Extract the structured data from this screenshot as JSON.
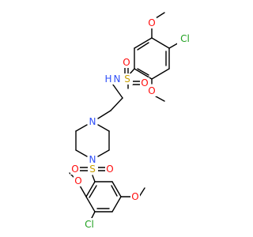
{
  "colors": {
    "bond": "#000000",
    "O": "#ff0d0d",
    "N": "#3050f8",
    "S": "#c8a000",
    "Cl": "#1fa01f"
  },
  "atoms": [
    {
      "id": "cl1",
      "element": "Cl",
      "label": "Cl"
    },
    {
      "id": "o1",
      "element": "O",
      "label": "O"
    },
    {
      "id": "o2",
      "element": "O",
      "label": "O"
    },
    {
      "id": "o3",
      "element": "O",
      "label": "O"
    },
    {
      "id": "o4",
      "element": "O",
      "label": "O"
    },
    {
      "id": "s1",
      "element": "S",
      "label": "S"
    },
    {
      "id": "n1",
      "element": "N",
      "label": "N"
    },
    {
      "id": "h1",
      "element": "N",
      "label": "H"
    },
    {
      "id": "n2",
      "element": "N",
      "label": "N"
    },
    {
      "id": "n3",
      "element": "N",
      "label": "N"
    },
    {
      "id": "s2",
      "element": "S",
      "label": "S"
    },
    {
      "id": "o5",
      "element": "O",
      "label": "O"
    },
    {
      "id": "o6",
      "element": "O",
      "label": "O"
    },
    {
      "id": "o7",
      "element": "O",
      "label": "O"
    },
    {
      "id": "o8",
      "element": "O",
      "label": "O"
    },
    {
      "id": "cl2",
      "element": "Cl",
      "label": "Cl"
    }
  ]
}
